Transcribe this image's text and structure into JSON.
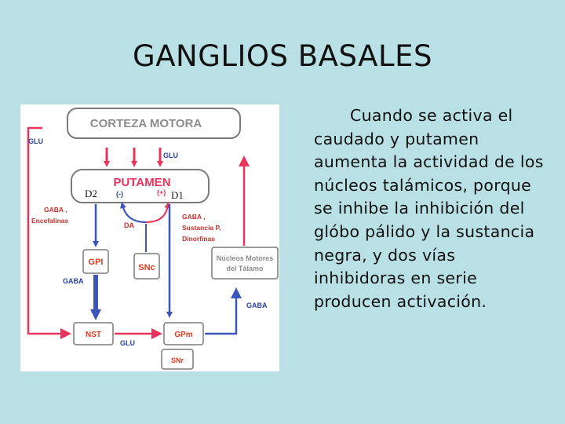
{
  "slide": {
    "title": "GANGLIOS BASALES",
    "body": "Cuando se activa el caudado y putamen aumenta la actividad de los núcleos talámicos, porque se inhibe la inhibición del glóbo pálido y la sustancia negra, y dos vías inhibidoras en serie producen activación."
  },
  "diagram": {
    "nodes": {
      "cortex": "CORTEZA MOTORA",
      "putamen": "PUTAMEN",
      "gpi": "GPI",
      "snc": "SNc",
      "thalamus_line1": "Núcleos Motores",
      "thalamus_line2": "del Tálamo",
      "nst": "NST",
      "gpm": "GPm",
      "snr": "SNr"
    },
    "labels": {
      "glu_left": "GLU",
      "glu_top": "GLU",
      "glu_bottom": "GLU",
      "d2": "D2",
      "d1": "D1",
      "minus": "(-)",
      "plus": "(+)",
      "da": "DA",
      "gaba_enc_1": "GABA ,",
      "gaba_enc_2": "Encefalinas",
      "gaba_sp_1": "GABA ,",
      "gaba_sp_2": "Sustancia P,",
      "gaba_sp_3": "Dinorfinas",
      "gaba_mid": "GABA",
      "gaba_right": "GABA"
    },
    "colors": {
      "excitatory": "#e8335a",
      "inhibitory": "#3b55b8",
      "box_border": "#7a7a7a",
      "cortex_text": "#8c8c8c",
      "node_text": "#e23a1f",
      "small_text": "#c9302c",
      "label_text": "#2b3f9a"
    }
  }
}
